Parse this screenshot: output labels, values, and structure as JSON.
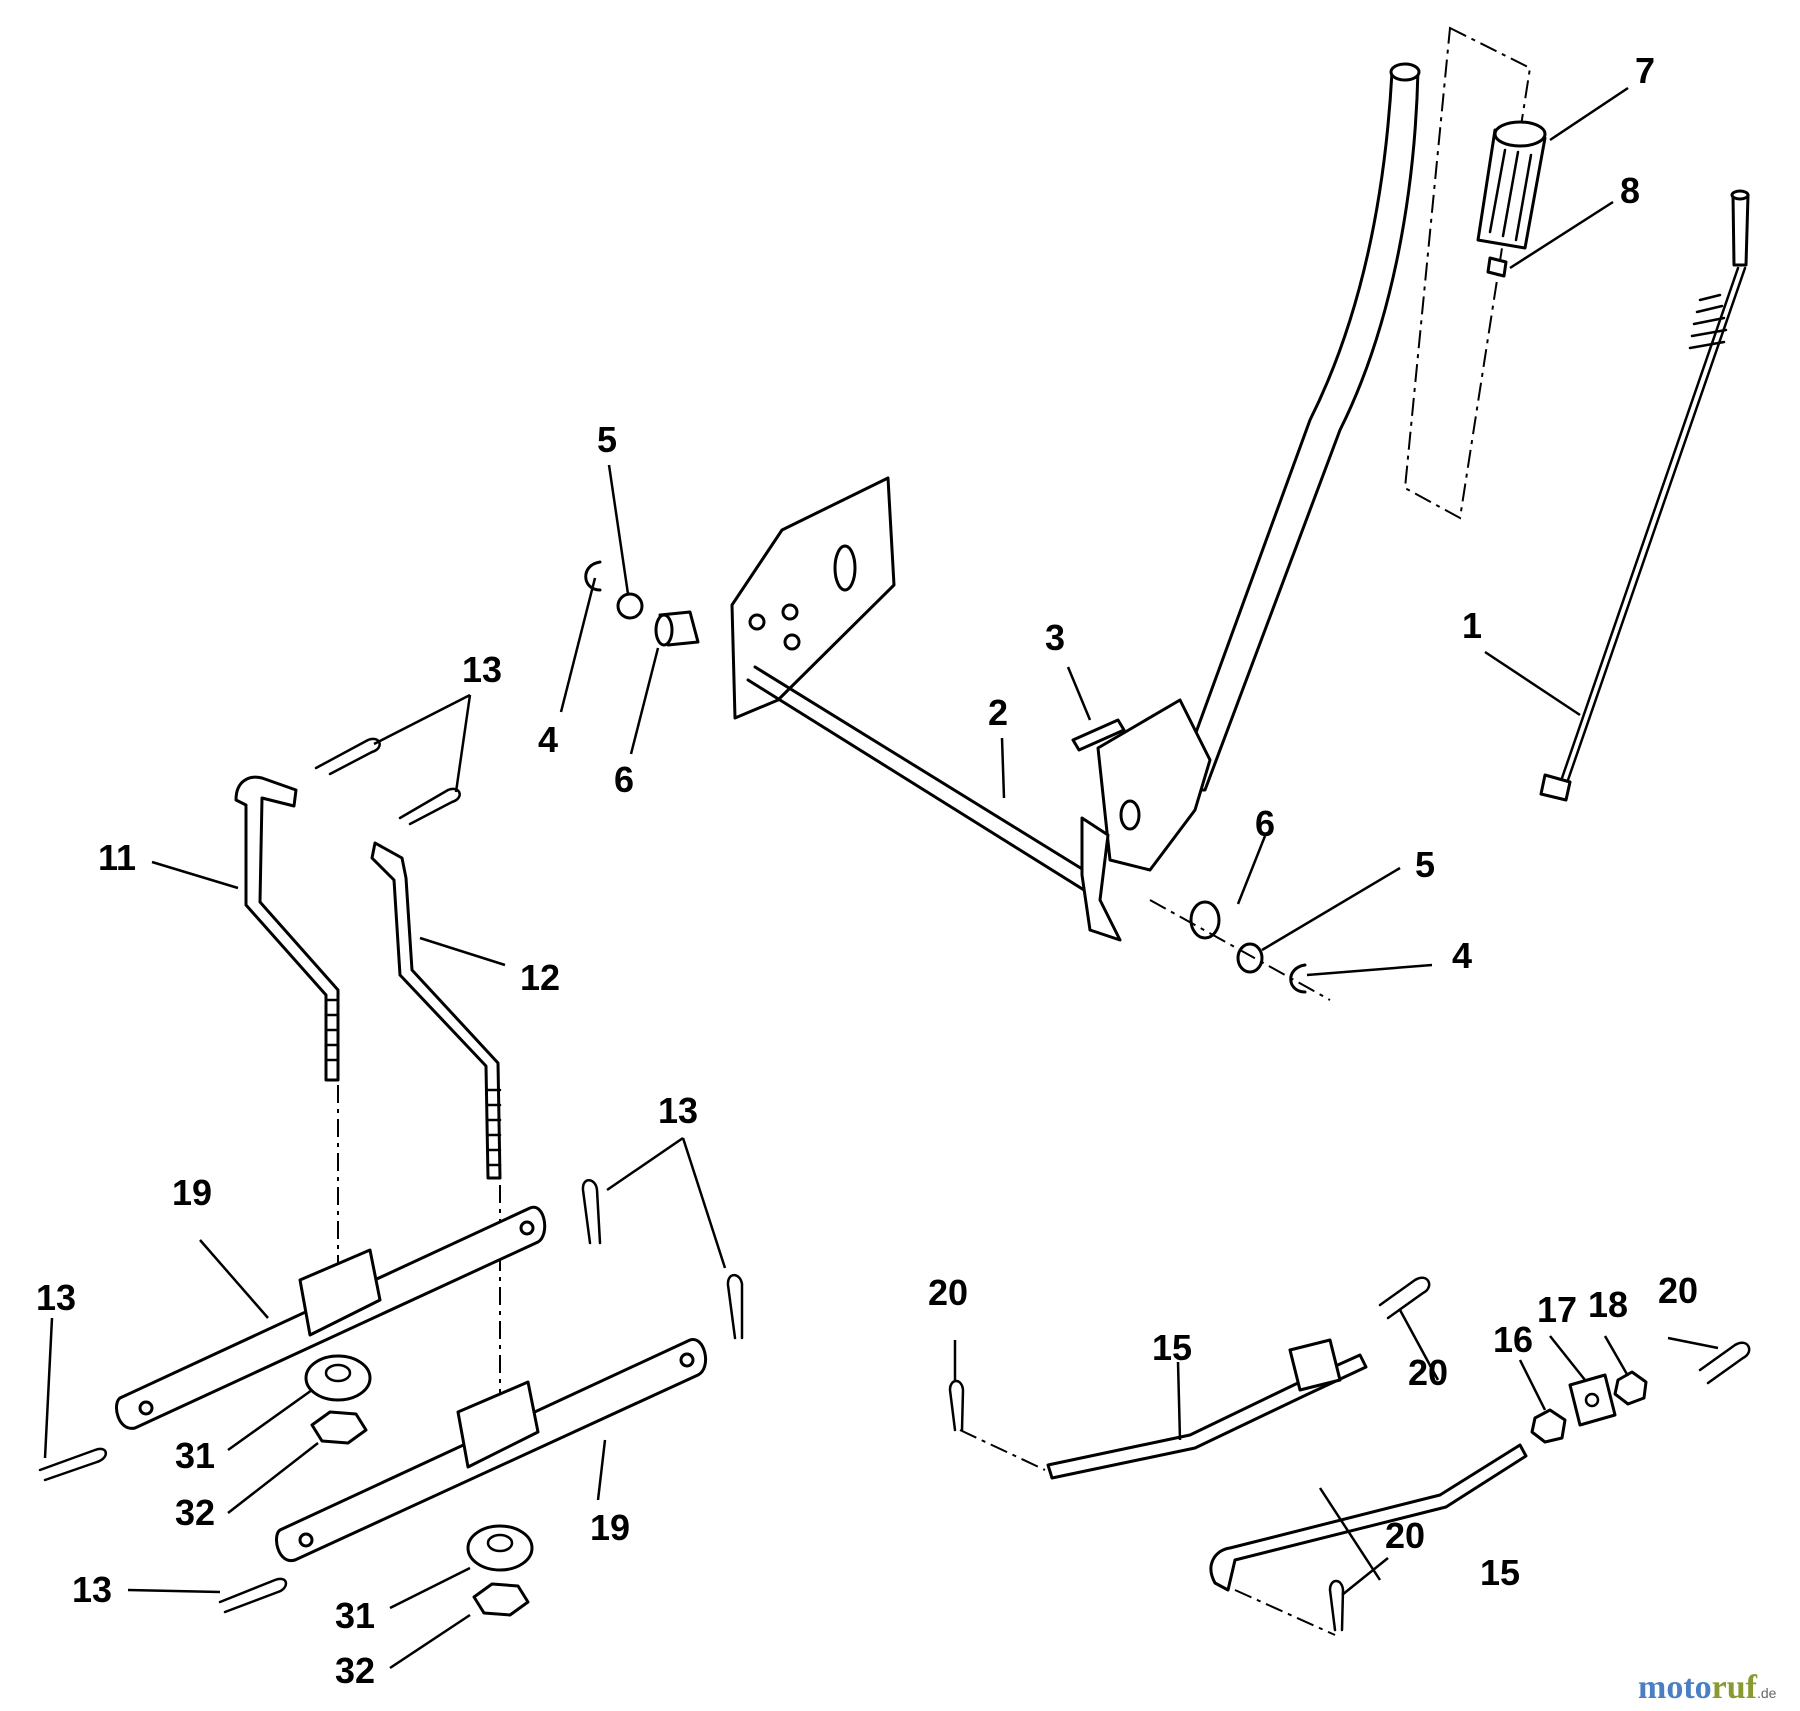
{
  "callouts": {
    "c1": "1",
    "c2": "2",
    "c3": "3",
    "c4a": "4",
    "c4b": "4",
    "c5a": "5",
    "c5b": "5",
    "c6a": "6",
    "c6b": "6",
    "c7": "7",
    "c8": "8",
    "c11": "11",
    "c12": "12",
    "c13a": "13",
    "c13b": "13",
    "c13c": "13",
    "c13d": "13",
    "c15a": "15",
    "c15b": "15",
    "c16": "16",
    "c17": "17",
    "c18": "18",
    "c19a": "19",
    "c19b": "19",
    "c20a": "20",
    "c20b": "20",
    "c20c": "20",
    "c20d": "20",
    "c31a": "31",
    "c31b": "31",
    "c32a": "32",
    "c32b": "32"
  },
  "watermark": {
    "part1": "moto",
    "part2": "ruf",
    "suffix": ".de"
  }
}
